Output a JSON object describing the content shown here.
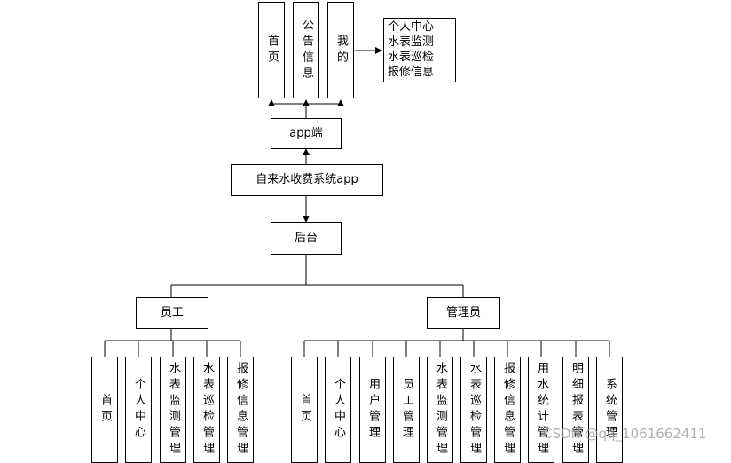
{
  "top_menu": [
    "首页",
    "公告信息",
    "我的"
  ],
  "my_submenu": [
    "个人中心",
    "水表监测",
    "水表巡检",
    "报修信息"
  ],
  "app_node": "app端",
  "system_node": "自来水收费系统app",
  "backend_node": "后台",
  "roles": {
    "employee": {
      "label": "员工",
      "modules": [
        "首页",
        "个人中心",
        "水表监测管理",
        "水表巡检管理",
        "报修信息管理"
      ]
    },
    "admin": {
      "label": "管理员",
      "modules": [
        "首页",
        "个人中心",
        "用户管理",
        "员工管理",
        "水表监测管理",
        "水表巡检管理",
        "报修信息管理",
        "用水统计管理",
        "明细报表管理",
        "系统管理"
      ]
    }
  },
  "watermark": "CSDN @qq_1061662411"
}
